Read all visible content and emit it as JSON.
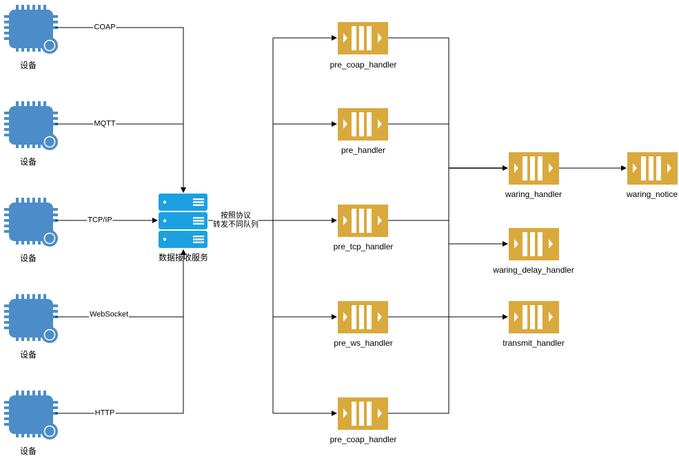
{
  "diagram": {
    "devices": [
      {
        "label": "设备",
        "protocol": "COAP"
      },
      {
        "label": "设备",
        "protocol": "MQTT"
      },
      {
        "label": "设备",
        "protocol": "TCP/IP"
      },
      {
        "label": "设备",
        "protocol": "WebSocket"
      },
      {
        "label": "设备",
        "protocol": "HTTP"
      }
    ],
    "server": {
      "label": "数据接收服务",
      "icon": "server-icon",
      "color": "#1BA1E2"
    },
    "dispatch_label": {
      "line1": "按照协议",
      "line2": "转发不同队列"
    },
    "pre_queues": [
      {
        "label": "pre_coap_handler"
      },
      {
        "label": "pre_handler"
      },
      {
        "label": "pre_tcp_handler"
      },
      {
        "label": "pre_ws_handler"
      },
      {
        "label": "pre_coap_handler"
      }
    ],
    "post_queues": [
      {
        "label": "waring_handler"
      },
      {
        "label": "waring_delay_handler"
      },
      {
        "label": "transmit_handler"
      }
    ],
    "notice_queue": {
      "label": "waring_notice"
    },
    "colors": {
      "device": "#4C8DC9",
      "device_dark": "#2E6FAE",
      "queue": "#D9A93D",
      "queue_dark": "#B8872A",
      "line": "#000000"
    }
  }
}
